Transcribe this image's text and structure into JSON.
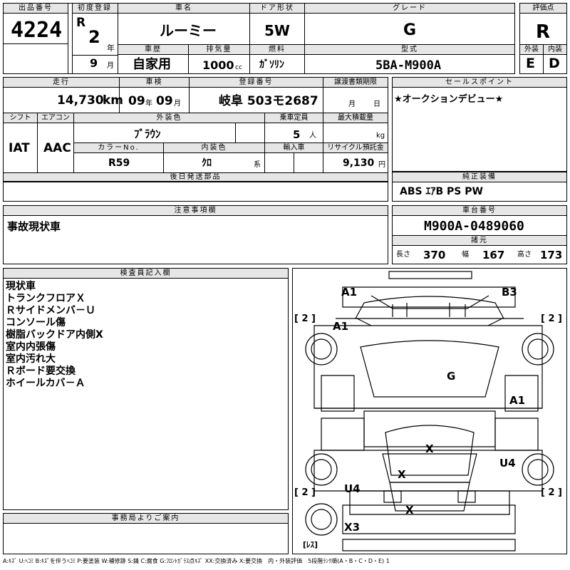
{
  "lot": {
    "label": "出品番号",
    "value": "4224"
  },
  "first_reg": {
    "label": "初度登録",
    "era": "R",
    "year": "2",
    "year_unit": "年",
    "month": "9",
    "month_unit": "月"
  },
  "car_name": {
    "label": "車名",
    "value": "ルーミー"
  },
  "door": {
    "label": "ドア形状",
    "value": "5W"
  },
  "grade": {
    "label": "グレード",
    "value": "G"
  },
  "score": {
    "label": "評価点",
    "value": "R",
    "ext_label": "外装",
    "int_label": "内装",
    "ext_value": "E",
    "int_value": "D"
  },
  "history": {
    "label": "車歴",
    "value": "自家用"
  },
  "displacement": {
    "label": "排気量",
    "value": "1000",
    "unit": "cc"
  },
  "fuel": {
    "label": "燃料",
    "value": "ｶﾞｿﾘﾝ"
  },
  "model": {
    "label": "型式",
    "value": "5BA-M900A"
  },
  "mileage": {
    "label": "走行",
    "value": "14,730",
    "unit": "km"
  },
  "inspection": {
    "label": "車検",
    "year": "09",
    "year_unit": "年",
    "month": "09",
    "month_unit": "月"
  },
  "plate": {
    "label": "登録番号",
    "value": "岐阜 503モ2687"
  },
  "transfer": {
    "label": "譲渡書類期限",
    "month_unit": "月",
    "day_unit": "日"
  },
  "sales_point": {
    "label": "セールスポイント",
    "value": "★オークションデビュー★"
  },
  "shift": {
    "label": "シフト",
    "value": "IAT"
  },
  "ac": {
    "label": "エアコン",
    "value": "AAC"
  },
  "ext_color": {
    "label": "外装色",
    "value": "ﾌﾞﾗｳﾝ"
  },
  "capacity": {
    "label": "乗車定員",
    "value": "5",
    "unit": "人"
  },
  "max_load": {
    "label": "最大積載量",
    "unit": "kg"
  },
  "color_no": {
    "label": "カラーNo.",
    "value": "R59"
  },
  "int_color": {
    "label": "内装色",
    "value": "ｸﾛ",
    "unit": "系"
  },
  "import": {
    "label": "輸入車"
  },
  "recycle": {
    "label": "リサイクル預託金",
    "value": "9,130",
    "unit": "円"
  },
  "later_parts": {
    "label": "後日発送部品"
  },
  "equipment": {
    "label": "純正装備",
    "value": "ABS ｴｱB PS PW"
  },
  "caution": {
    "label": "注意事項欄",
    "value": "事故現状車"
  },
  "chassis": {
    "label": "車台番号",
    "value": "M900A-0489060"
  },
  "specs": {
    "label": "諸元",
    "length_label": "長さ",
    "length": "370",
    "width_label": "幅",
    "width": "167",
    "height_label": "高さ",
    "height": "173"
  },
  "inspector": {
    "label": "検査員記入欄",
    "lines": [
      "現状車",
      "トランクフロアＸ",
      "Ｒサイドメンバ－Ｕ",
      "コンソール傷",
      "樹脂バックドア内側X",
      "室内内張傷",
      "室内汚れ大",
      "Ｒボード要交換",
      "ホイールカバ－Ａ"
    ]
  },
  "office": {
    "label": "事務局よりご案内"
  },
  "diagram": {
    "tire_labels": [
      "[ 2 ]",
      "[ 2 ]",
      "[ 2 ]",
      "[ 2 ]",
      "[ﾚｽ]"
    ],
    "marks": {
      "a1_top": "A1",
      "b3": "B3",
      "a1_front_left": "A1",
      "g": "G",
      "a1_right": "A1",
      "x_center": "X",
      "u4_right": "U4",
      "x_lower": "X",
      "u4_left": "U4",
      "x_rear": "X",
      "x3": "X3"
    }
  },
  "legend": "A:ｷｽﾞ U:ﾍｺﾐ B:ｷｽﾞを伴うﾍｺﾐ P:要塗装 W:補修跡 S:錆 C:腐食 G:ﾌﾛﾝﾄｶﾞﾗｽ点ｷｽﾞ XX:交換済み X:要交換　内・外装評価　5段階ﾗﾝｸ順(A・B・C・D・E) 1"
}
